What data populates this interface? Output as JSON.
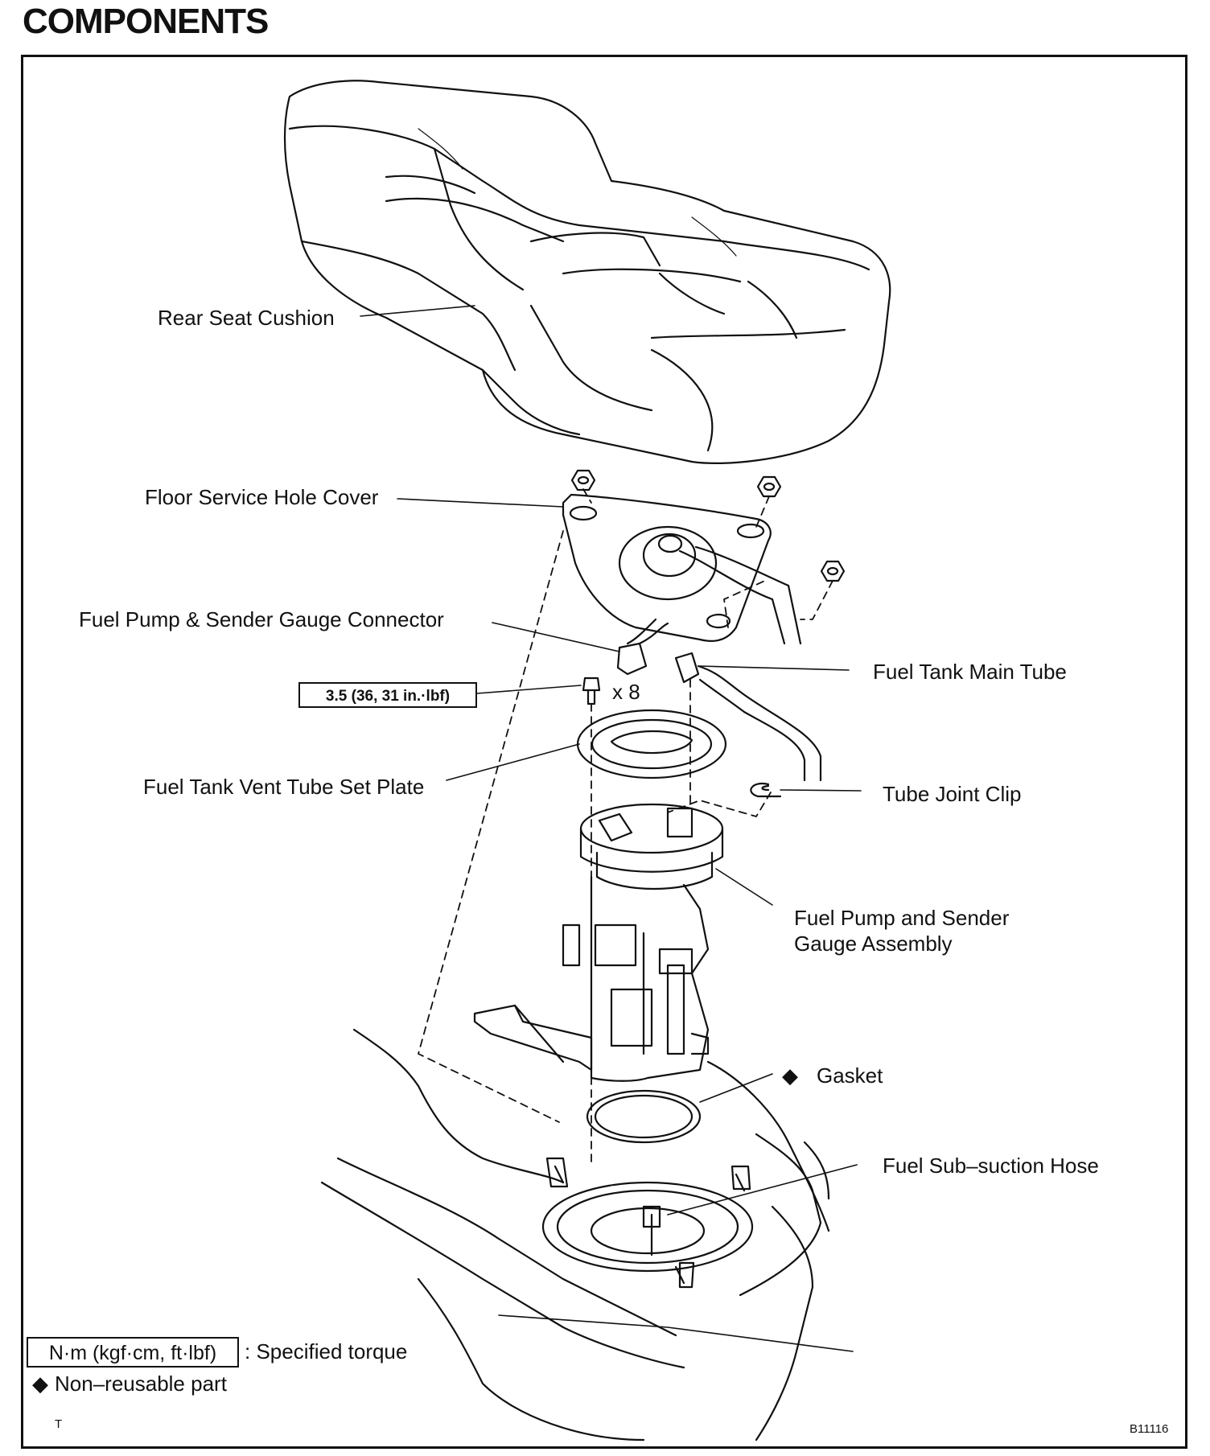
{
  "title": "COMPONENTS",
  "labels": {
    "rear_seat_cushion": "Rear Seat Cushion",
    "floor_service_hole_cover": "Floor Service Hole Cover",
    "fuel_pump_sender_gauge_connector": "Fuel Pump & Sender Gauge Connector",
    "fuel_tank_main_tube": "Fuel Tank Main Tube",
    "torque_spec": "3.5 (36, 31 in.·lbf)",
    "bolt_qty": "x 8",
    "fuel_tank_vent_tube_set_plate": "Fuel Tank Vent Tube Set Plate",
    "tube_joint_clip": "Tube Joint Clip",
    "fuel_pump_assembly_line1": "Fuel Pump and Sender",
    "fuel_pump_assembly_line2": "Gauge Assembly",
    "gasket": "Gasket",
    "fuel_sub_suction_hose": "Fuel Sub–suction Hose"
  },
  "legend": {
    "torque_units": "N·m (kgf·cm, ft·lbf)",
    "torque_desc": ": Specified torque",
    "non_reusable": "Non–reusable part"
  },
  "diamond_symbol": "◆",
  "corner_mark": "T",
  "figure_id": "B11116"
}
